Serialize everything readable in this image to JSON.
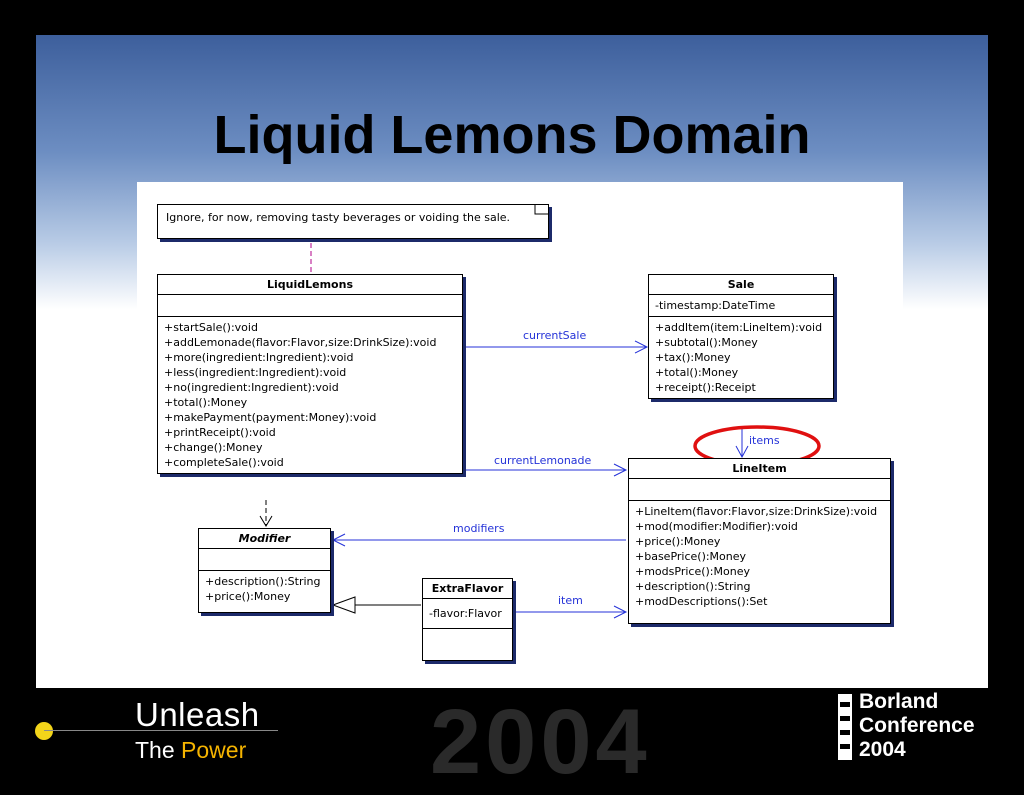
{
  "slide_title": "Liquid Lemons Domain",
  "note": "Ignore, for now, removing tasty beverages or voiding the sale.",
  "classes": {
    "liquid_lemons": {
      "name": "LiquidLemons",
      "attributes": [],
      "operations": [
        "+startSale():void",
        "+addLemonade(flavor:Flavor,size:DrinkSize):void",
        "+more(ingredient:Ingredient):void",
        "+less(ingredient:Ingredient):void",
        "+no(ingredient:Ingredient):void",
        "+total():Money",
        "+makePayment(payment:Money):void",
        "+printReceipt():void",
        "+change():Money",
        "+completeSale():void"
      ]
    },
    "sale": {
      "name": "Sale",
      "attributes": [
        "-timestamp:DateTime"
      ],
      "operations": [
        "+addItem(item:LineItem):void",
        "+subtotal():Money",
        "+tax():Money",
        "+total():Money",
        "+receipt():Receipt"
      ]
    },
    "line_item": {
      "name": "LineItem",
      "attributes": [],
      "operations": [
        "+LineItem(flavor:Flavor,size:DrinkSize):void",
        "+mod(modifier:Modifier):void",
        "+price():Money",
        "+basePrice():Money",
        "+modsPrice():Money",
        "+description():String",
        "+modDescriptions():Set"
      ]
    },
    "modifier": {
      "name": "Modifier",
      "attributes": [],
      "operations": [
        "+description():String",
        "+price():Money"
      ]
    },
    "extra_flavor": {
      "name": "ExtraFlavor",
      "attributes": [
        "-flavor:Flavor"
      ],
      "operations": []
    }
  },
  "associations": {
    "current_sale": "currentSale",
    "current_lemonade": "currentLemonade",
    "items": "items",
    "modifiers": "modifiers",
    "item": "item"
  },
  "footer": {
    "unleash": "Unleash",
    "the": "The",
    "power": "Power",
    "year": "2004",
    "borland_line1": "Borland",
    "borland_line2": "Conference",
    "borland_line3": "2004"
  },
  "colors": {
    "association": "#2432d8",
    "highlight_circle": "#e01010",
    "shadow": "#1c2a6a",
    "accent_power": "#f5b400"
  }
}
